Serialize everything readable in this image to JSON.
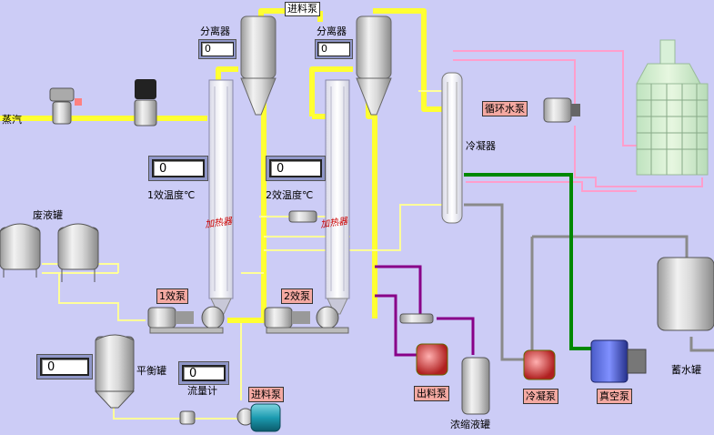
{
  "labels": {
    "steam": "蒸汽",
    "separator1": "分离器",
    "separator2": "分离器",
    "feed_pump_top": "进料泵",
    "condenser": "冷凝器",
    "circ_pump": "循环水泵",
    "effect1_temp": "1效温度℃",
    "effect2_temp": "2效温度℃",
    "heater1": "加热器",
    "heater2": "加热器",
    "waste_tank": "废液罐",
    "effect1_pump": "1效泵",
    "effect2_pump": "2效泵",
    "balance_tank": "平衡罐",
    "flowmeter": "流量计",
    "feed_pump_bottom": "进料泵",
    "discharge_pump": "出料泵",
    "concentrate_tank": "浓缩液罐",
    "condensate_pump": "冷凝泵",
    "vacuum_pump": "真空泵",
    "storage_tank": "蓄水罐"
  },
  "values": {
    "separator1": "0",
    "separator2": "0",
    "effect1_temp": "0",
    "effect2_temp": "0",
    "balance_tank": "0",
    "flowmeter": "0"
  },
  "colors": {
    "background": "#ccccf6",
    "steam_pipe": "#ffff33",
    "feed_pipe": "#ffff99",
    "vacuum_pipe": "#008800",
    "discharge_pipe": "#880088",
    "cooling_pipe": "#ff9ecc",
    "gray_pipe": "#8a8a8a",
    "pump_label_bg": "#f4a9a2"
  }
}
